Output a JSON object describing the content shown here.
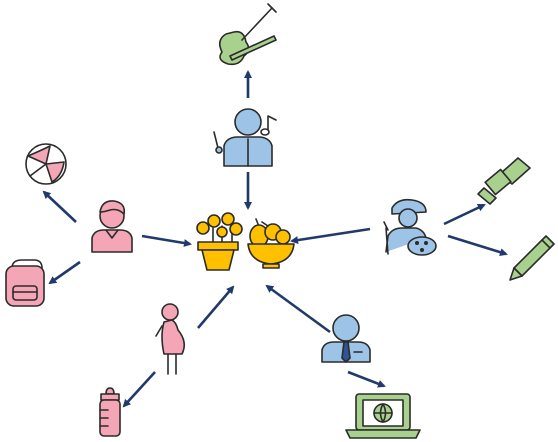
{
  "diagram": {
    "center": {
      "label": "",
      "icons": [
        "flower-pot-icon",
        "fruit-bowl-icon"
      ]
    },
    "nodes": [
      {
        "id": "music-teacher",
        "icon": "music-teacher-icon",
        "links": [
          "violin-icon"
        ]
      },
      {
        "id": "boy",
        "icon": "boy-icon",
        "links": [
          "beach-ball-icon",
          "school-backpack-icon"
        ]
      },
      {
        "id": "painter",
        "icon": "painter-icon",
        "links": [
          "paint-brush-icon",
          "pencil-icon"
        ]
      },
      {
        "id": "pregnant-woman",
        "icon": "pregnant-woman-icon",
        "links": [
          "baby-bottle-icon"
        ]
      },
      {
        "id": "businessman",
        "icon": "businessman-icon",
        "links": [
          "laptop-icon"
        ]
      }
    ],
    "colors": {
      "blue": "#9dc3e6",
      "pink": "#f4a6b7",
      "green": "#a9d18e",
      "yellow": "#ffc000",
      "arrow": "#1f3a6b"
    }
  }
}
